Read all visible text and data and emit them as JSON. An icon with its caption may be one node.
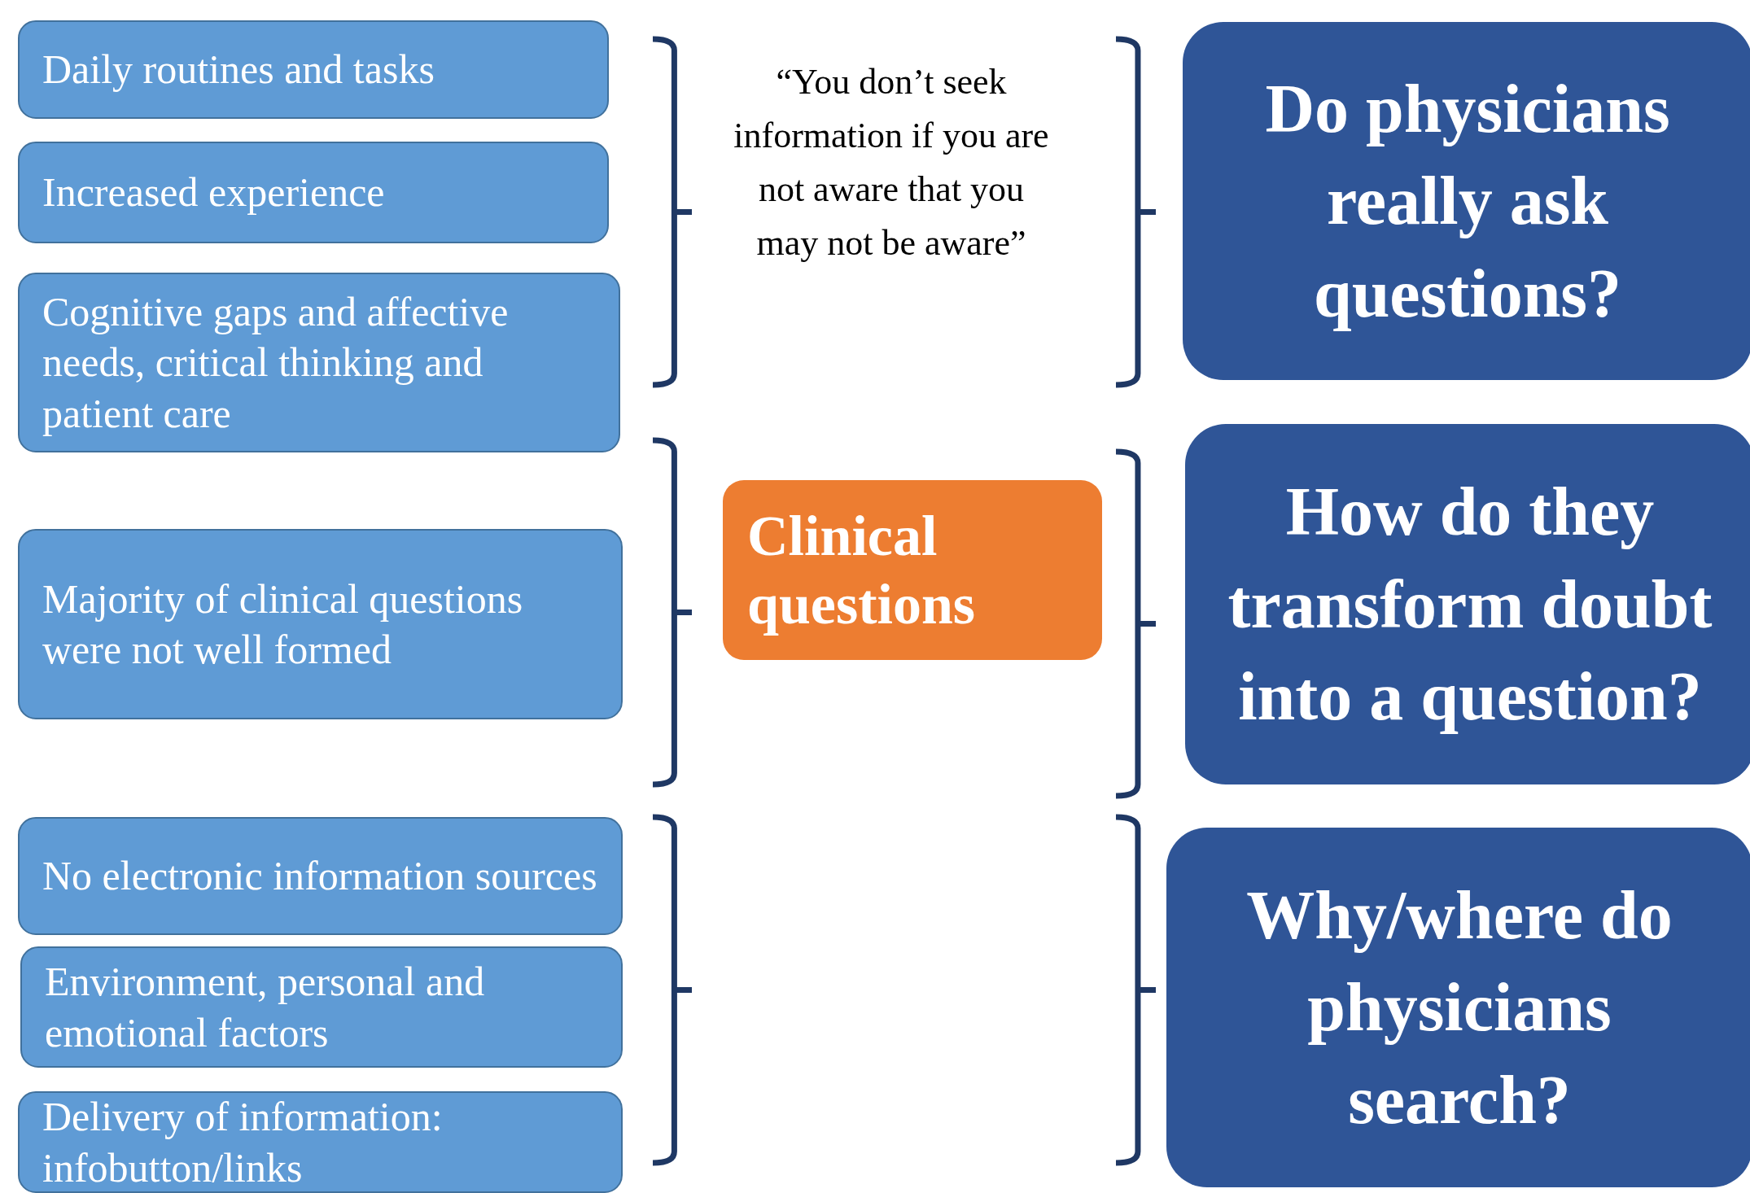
{
  "diagram": {
    "nodes": [
      {
        "text": [
          "Daily routines and tasks"
        ]
      },
      {
        "text": [
          "Increased experience"
        ]
      },
      {
        "text": [
          "Cognitive gaps and affective needs, critical thinking and patient care"
        ]
      },
      {
        "text": [
          "Majority of clinical questions were not well formed"
        ]
      },
      {
        "text": [
          "No electronic information sources"
        ]
      },
      {
        "text": [
          "Environment, personal and emotional factors"
        ]
      },
      {
        "text": [
          "Delivery of information: infobutton/links"
        ]
      },
      {
        "text": [
          "Clinical questions"
        ]
      },
      {
        "text": [
          "Do physicians really ask questions?"
        ]
      },
      {
        "text": [
          "How do they transform doubt into a question?"
        ]
      },
      {
        "text": [
          "Why/where do physicians search?"
        ]
      }
    ],
    "edges": [],
    "labels": [
      "“You don’t seek information if you are not aware that you may not be aware”"
    ]
  }
}
